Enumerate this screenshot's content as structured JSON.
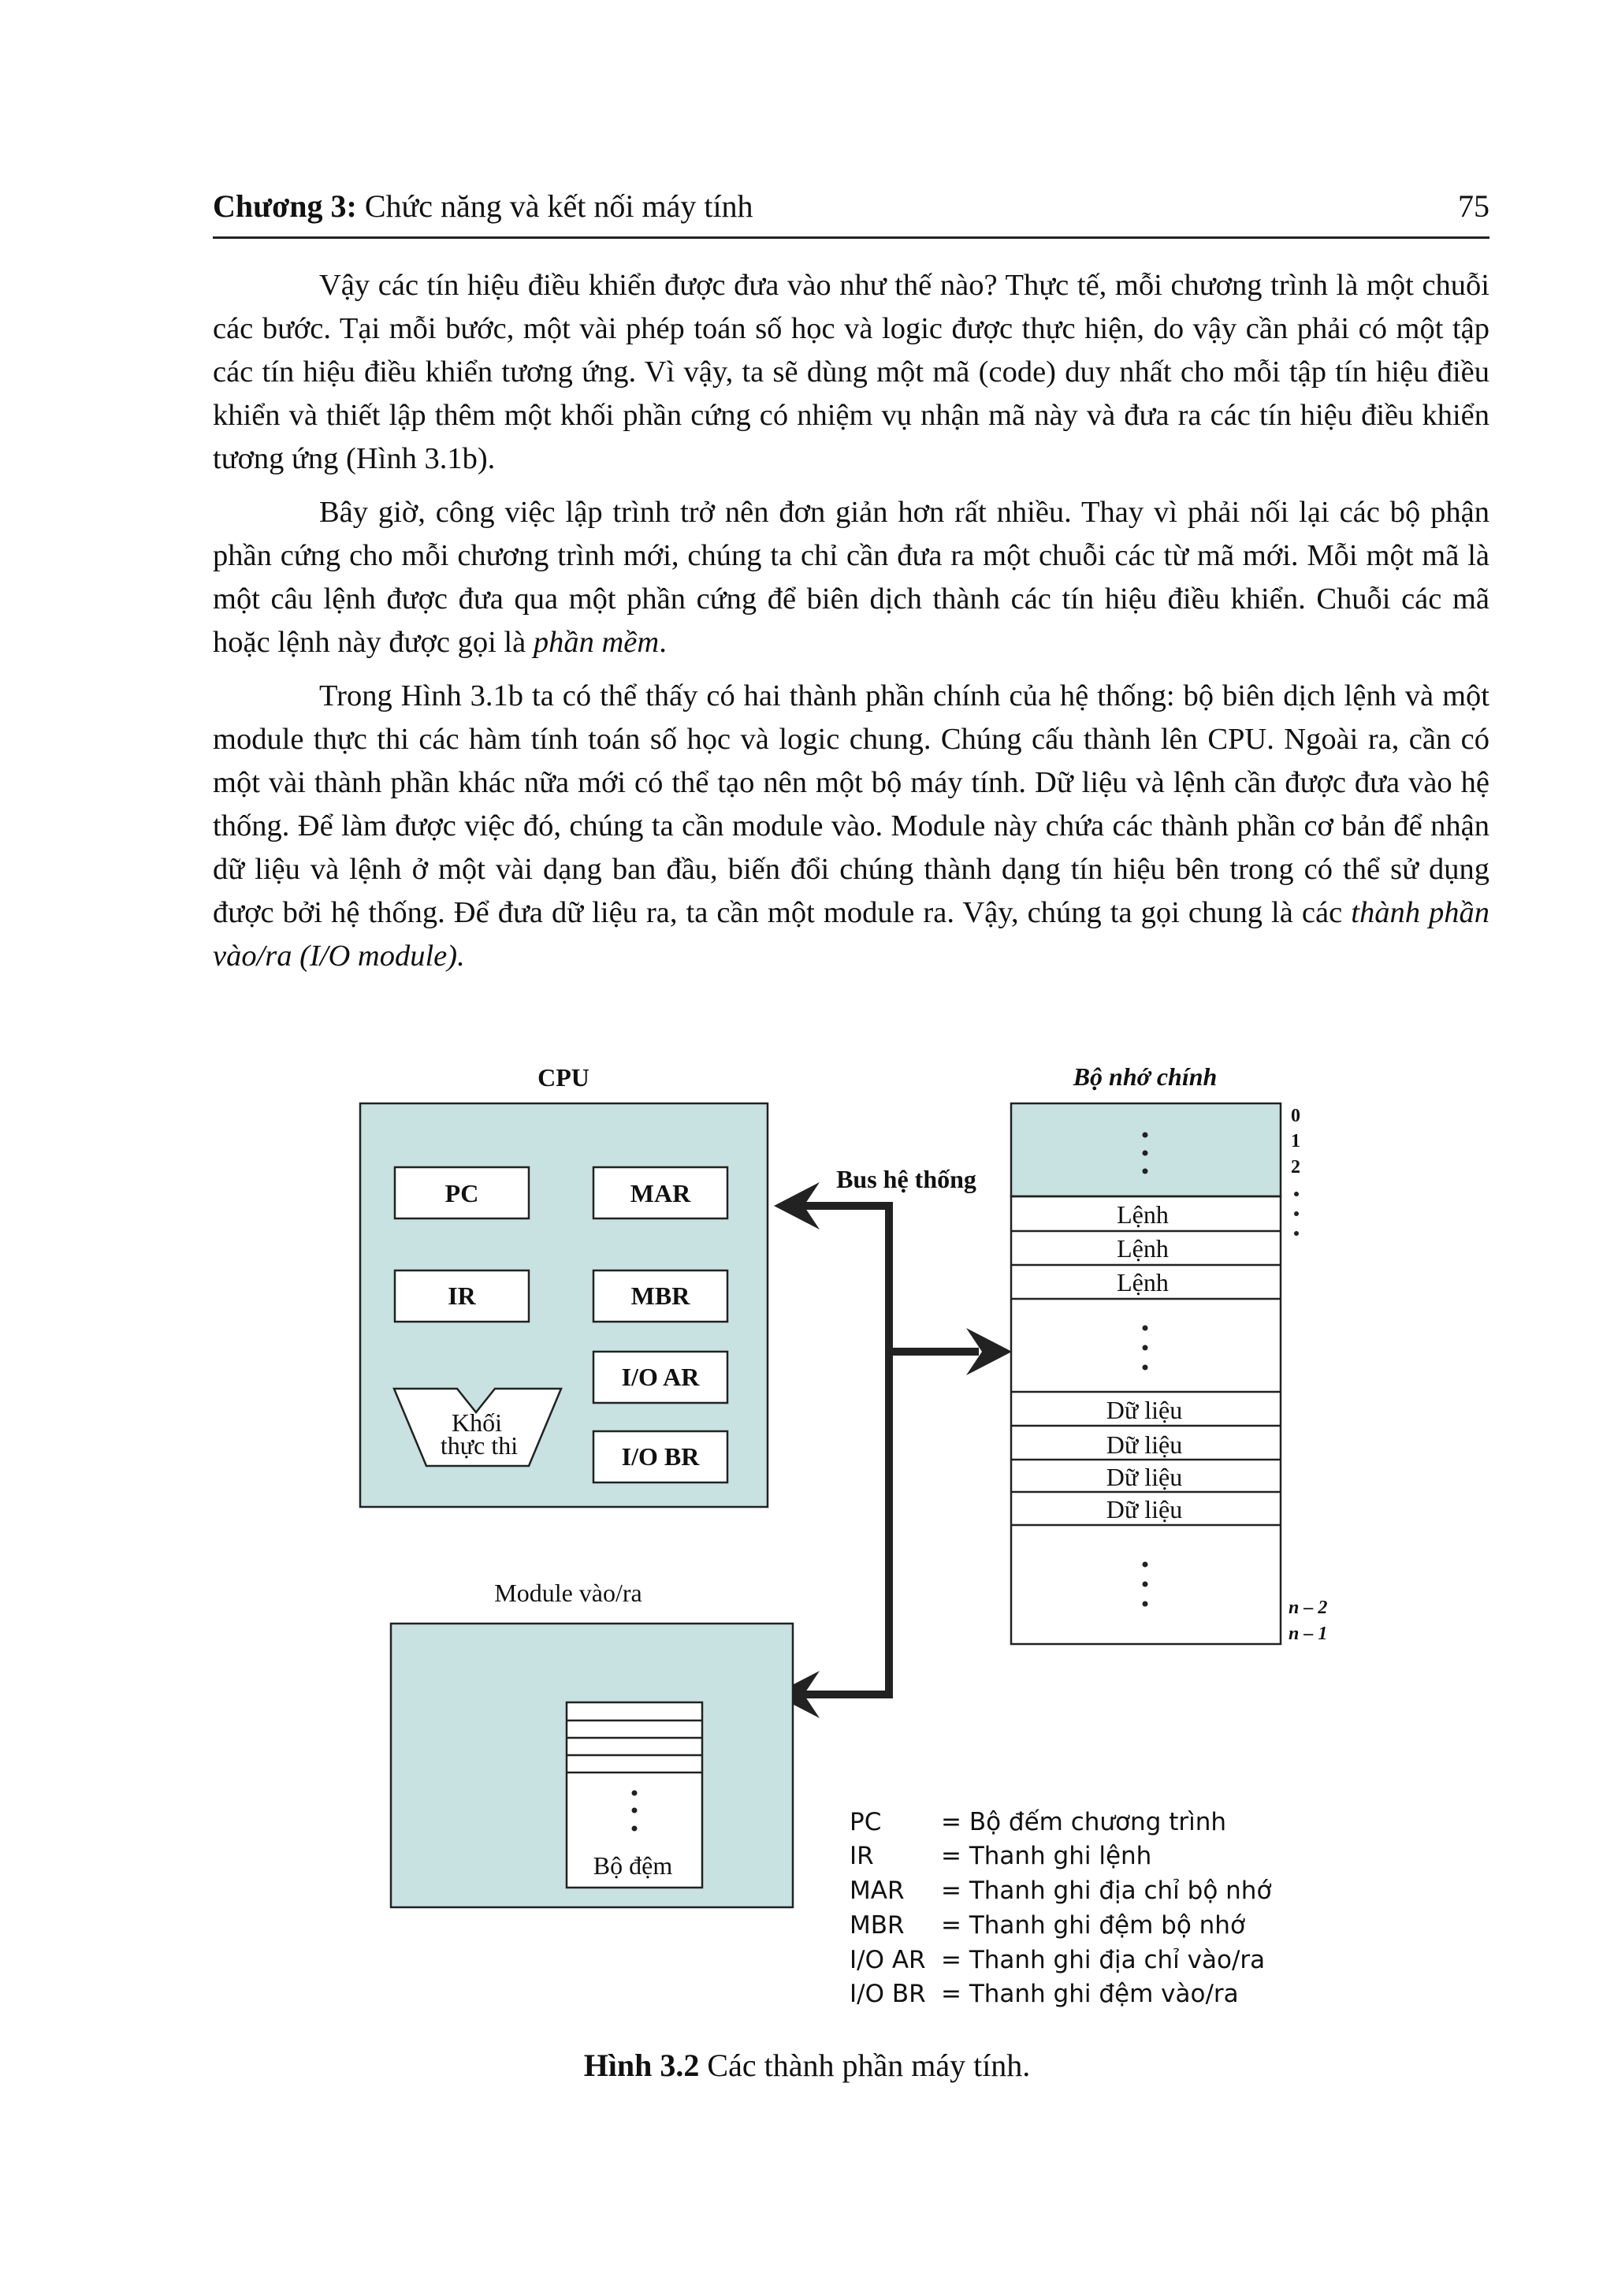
{
  "header": {
    "chapter_label": "Chương 3:",
    "chapter_title": "Chức năng và kết nối máy tính",
    "page_number": "75"
  },
  "paragraphs": [
    {
      "text": "Vậy các tín hiệu điều khiển được đưa vào như thế nào? Thực tế, mỗi chương trình là một chuỗi các bước. Tại mỗi bước, một vài phép toán số học và logic được thực hiện, do vậy cần phải có một tập các tín hiệu điều khiển tương ứng. Vì vậy, ta sẽ dùng một mã (code) duy nhất cho mỗi tập tín hiệu điều khiển và thiết lập thêm một khối phần cứng có nhiệm vụ nhận mã này và đưa ra các tín hiệu điều khiển tương ứng (Hình 3.1b)."
    },
    {
      "text": "Bây giờ, công việc lập trình trở nên đơn giản hơn rất nhiều. Thay vì phải nối lại các bộ phận phần cứng cho mỗi chương trình mới, chúng ta chỉ cần đưa ra một chuỗi các từ mã mới. Mỗi một mã là một câu lệnh được đưa qua một phần cứng để biên dịch thành các tín hiệu điều khiển. Chuỗi các mã hoặc lệnh này được gọi là",
      "italic_tail": "phần mềm",
      "tail": "."
    },
    {
      "text": "Trong Hình 3.1b ta có thể thấy có hai thành phần chính của hệ thống: bộ biên dịch lệnh và một module thực thi các hàm tính toán số học và logic chung. Chúng cấu thành lên CPU. Ngoài ra, cần có một vài thành phần khác nữa mới có thể tạo nên một bộ máy tính. Dữ liệu và lệnh cần được đưa vào hệ thống. Để làm được việc đó, chúng ta cần module vào. Module này chứa các thành phần cơ bản để nhận dữ liệu và lệnh ở một vài dạng ban đầu, biến đổi chúng thành dạng tín hiệu bên trong có thể sử dụng được bởi hệ thống. Để đưa dữ liệu ra, ta cần một module ra. Vậy, chúng ta gọi chung là các",
      "italic_tail": "thành phần vào/ra (I/O module).",
      "tail": ""
    }
  ],
  "figure": {
    "cpu_label": "CPU",
    "registers": {
      "pc": "PC",
      "mar": "MAR",
      "ir": "IR",
      "mbr": "MBR",
      "ioar": "I/O AR",
      "iobr": "I/O BR"
    },
    "exec_unit": [
      "Khối",
      "thực thi"
    ],
    "bus_label": "Bus hệ thống",
    "memory_label": "Bộ nhớ chính",
    "memory_rows": [
      "Lệnh",
      "Lệnh",
      "Lệnh",
      "Dữ liệu",
      "Dữ liệu",
      "Dữ liệu",
      "Dữ liệu"
    ],
    "address_labels": {
      "a0": "0",
      "a1": "1",
      "a2": "2",
      "an2": "n – 2",
      "an1": "n – 1"
    },
    "io_module_label": "Module vào/ra",
    "buffer_label": "Bộ đệm",
    "legend": [
      {
        "abbr": "PC",
        "desc": "= Bộ đếm chương trình"
      },
      {
        "abbr": "IR",
        "desc": "= Thanh ghi lệnh"
      },
      {
        "abbr": "MAR",
        "desc": "= Thanh ghi địa chỉ bộ nhớ"
      },
      {
        "abbr": "MBR",
        "desc": "= Thanh ghi đệm bộ nhớ"
      },
      {
        "abbr": "I/O AR",
        "desc": "= Thanh ghi địa chỉ vào/ra"
      },
      {
        "abbr": "I/O BR",
        "desc": "= Thanh ghi đệm vào/ra"
      }
    ],
    "colors": {
      "panel_fill": "#c8e1e1",
      "line": "#222222"
    },
    "caption_label": "Hình 3.2",
    "caption_text": "Các thành phần máy tính."
  }
}
